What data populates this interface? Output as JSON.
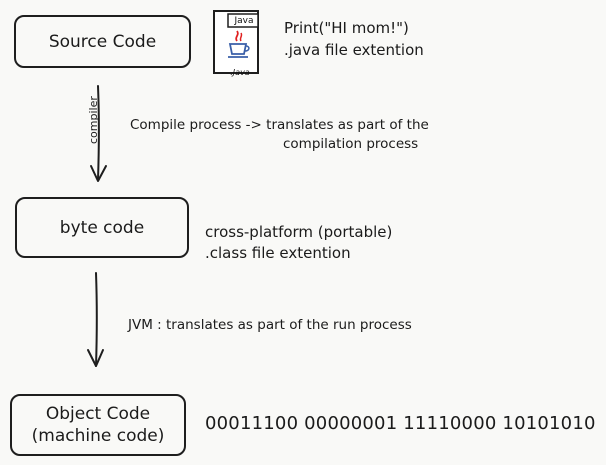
{
  "boxes": {
    "source": "Source Code",
    "byte": "byte code",
    "object_line1": "Object Code",
    "object_line2": "(machine code)"
  },
  "java_icon": {
    "tab_label": "Java",
    "caption": ".Java"
  },
  "source_notes": {
    "print": "Print(\"HI mom!\")",
    "extension": ".java file extention"
  },
  "compile_step": {
    "label": "compiler",
    "line1": "Compile process -> translates as part of the",
    "line2": "compilation process"
  },
  "byte_notes": {
    "portable": "cross-platform (portable)",
    "extension": ".class file extention"
  },
  "jvm_step": {
    "text": "JVM : translates as part of the run process"
  },
  "machine_output": {
    "binary": "00011100 00000001 11110000 10101010"
  },
  "colors": {
    "stroke": "#1e1e1e",
    "background": "#f9f9f7",
    "java_red": "#e02020",
    "java_blue": "#3a5fa8"
  }
}
